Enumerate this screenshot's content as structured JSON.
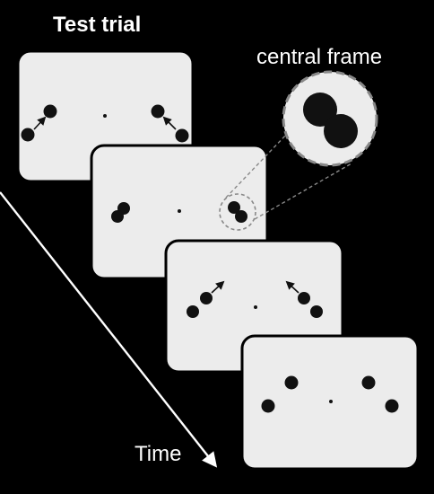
{
  "title": "Test trial",
  "zoom_label": "central frame",
  "axis_label": "Time",
  "colors": {
    "background": "#000000",
    "frame_fill": "#ececec",
    "frame_border": "#000000",
    "dot": "#111111",
    "arrow": "#ffffff",
    "dash": "#888888"
  },
  "frames": [
    {
      "name": "frame-1",
      "motion": "dots converging toward center",
      "dots": 4,
      "arrows": 2
    },
    {
      "name": "frame-2",
      "motion": "dots overlapping (central frame)",
      "dots": 4,
      "arrows": 0
    },
    {
      "name": "frame-3",
      "motion": "dots separating",
      "dots": 4,
      "arrows": 2
    },
    {
      "name": "frame-4",
      "motion": "dots at final positions",
      "dots": 4,
      "arrows": 0
    }
  ],
  "icons": [
    "fixation-dot",
    "disk",
    "motion-arrow",
    "time-arrow",
    "magnifier-circle"
  ]
}
